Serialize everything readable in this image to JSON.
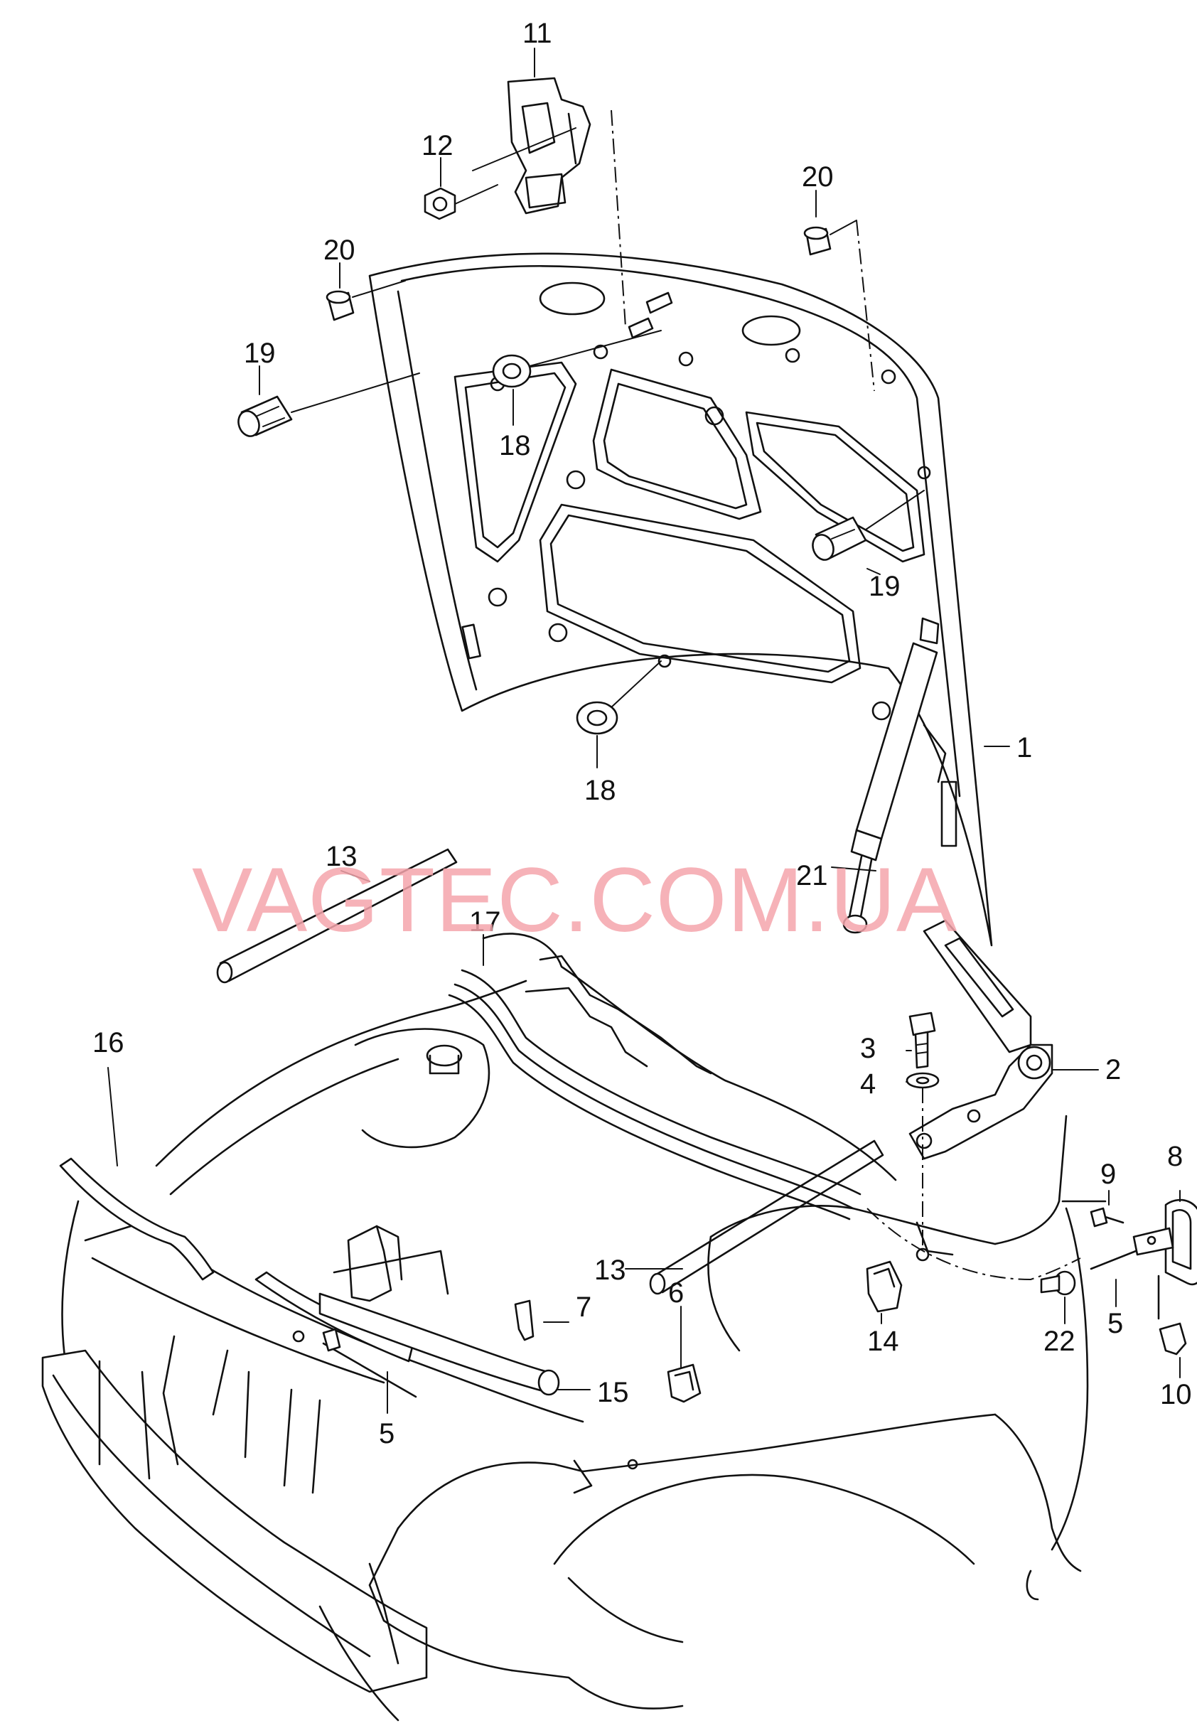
{
  "watermark": "VAGTEC.COM.UA",
  "callouts": {
    "c1": "1",
    "c2": "2",
    "c3": "3",
    "c4": "4",
    "c5a": "5",
    "c5b": "5",
    "c6": "6",
    "c7": "7",
    "c8": "8",
    "c9": "9",
    "c10": "10",
    "c11": "11",
    "c12": "12",
    "c13a": "13",
    "c13b": "13",
    "c14": "14",
    "c15": "15",
    "c16": "16",
    "c17": "17",
    "c18a": "18",
    "c18b": "18",
    "c19a": "19",
    "c19b": "19",
    "c20a": "20",
    "c20b": "20",
    "c21": "21",
    "c22": "22"
  },
  "colors": {
    "line": "#111111",
    "watermark": "#f4a4ab",
    "background": "#ffffff"
  }
}
